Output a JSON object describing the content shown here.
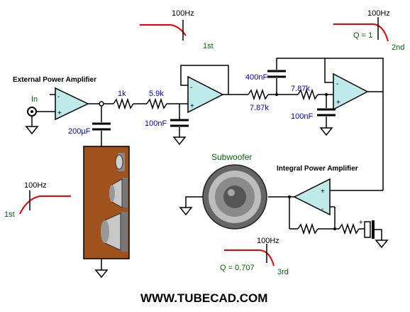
{
  "labels": {
    "external_amp": "External Power Amplifier",
    "integral_amp": "Integral Power Amplifier",
    "subwoofer": "Subwoofer",
    "input": "In",
    "website": "WWW.TUBECAD.COM"
  },
  "components": {
    "r1": "1k",
    "r2": "5.9k",
    "c_coupling": "200µF",
    "c_first": "100nF",
    "c_feedback": "400nF",
    "r3": "7.87k",
    "r4": "7.87k",
    "c_second": "100nF"
  },
  "response_plots": {
    "first_order_lowpass": {
      "freq": "100Hz",
      "order": "1st"
    },
    "second_order_lowpass": {
      "freq": "100Hz",
      "q": "Q = 1",
      "order": "2nd"
    },
    "first_order_highpass": {
      "freq": "100Hz",
      "order": "1st"
    },
    "third_order": {
      "freq": "100Hz",
      "q": "Q = 0.707",
      "order": "3rd"
    }
  },
  "opamp_signs": {
    "minus": "-",
    "plus": "+"
  },
  "colors": {
    "curve": "#ee0000",
    "values": "#0000cc",
    "annotations": "#006600",
    "opamp_fill": "#bfeaea",
    "cabinet": "#a0521c"
  }
}
